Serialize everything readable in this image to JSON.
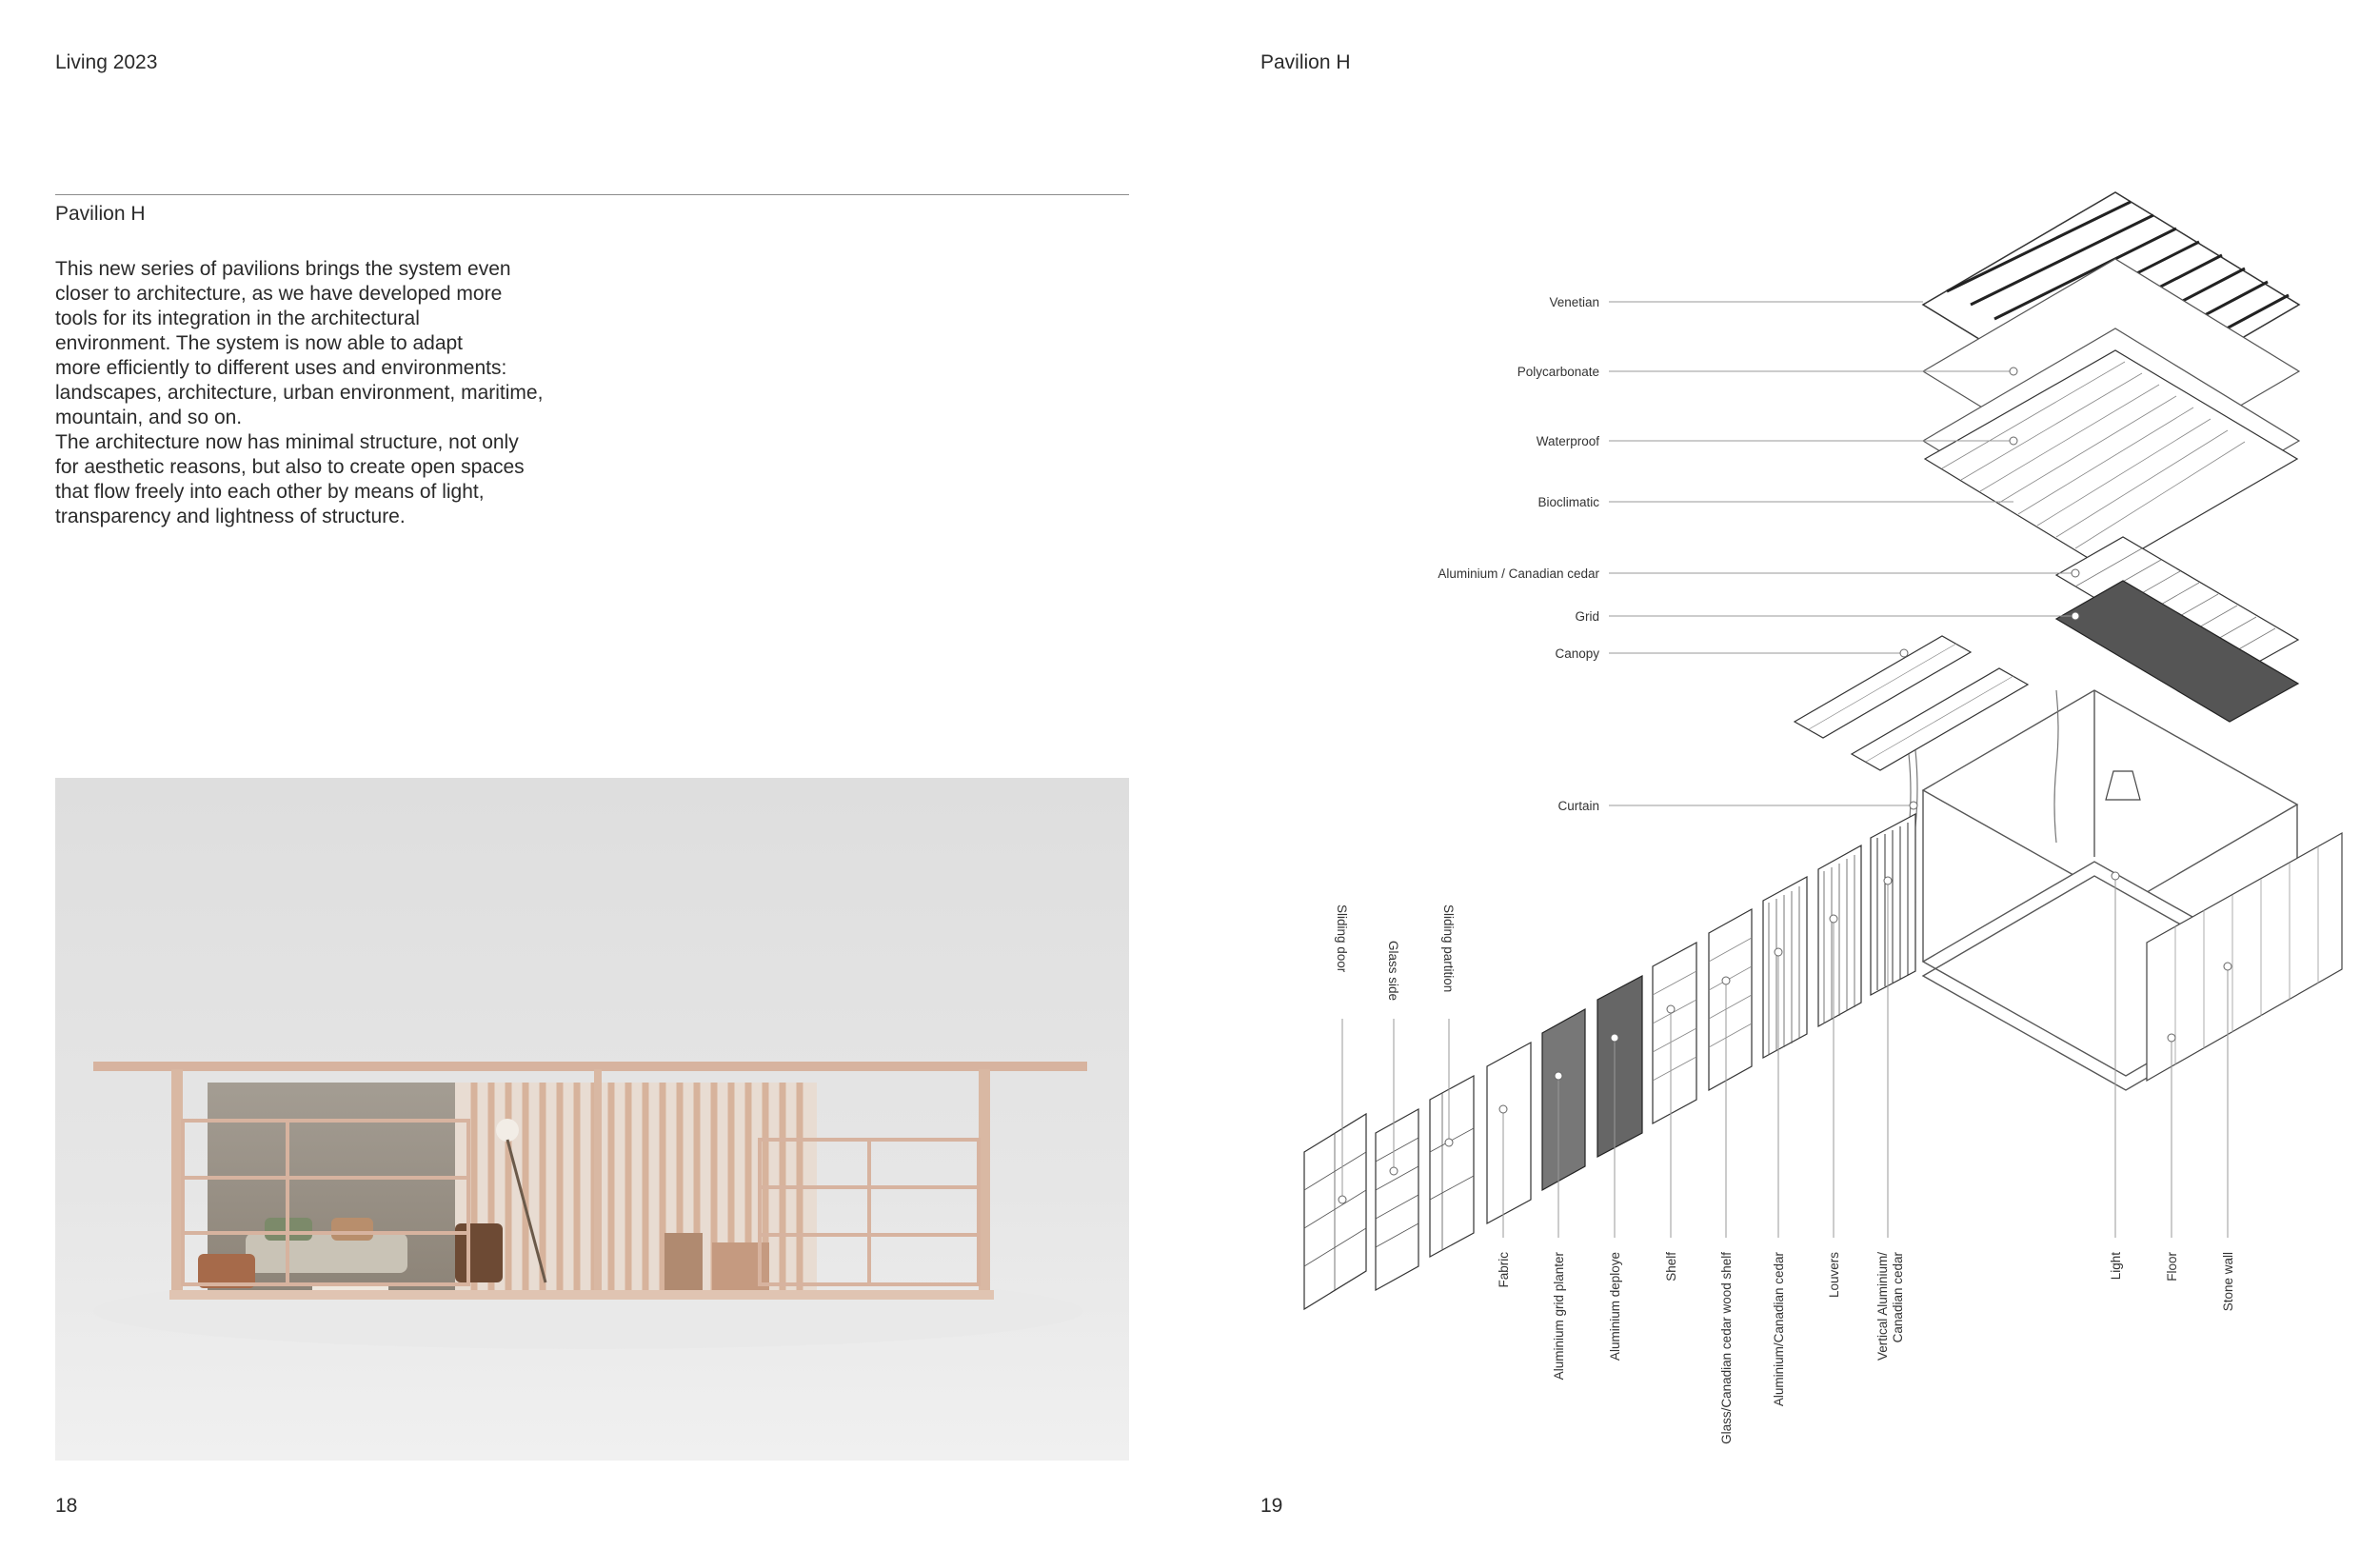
{
  "left_page": {
    "header": "Living 2023",
    "section_title": "Pavilion H",
    "body_lines": [
      "This new series of pavilions brings the system even",
      "closer to architecture, as we have developed more",
      "tools for its integration in the architectural",
      "environment. The system is now able to adapt",
      "more efficiently to different uses and environments:",
      "landscapes, architecture, urban environment, maritime,",
      "mountain, and so on.",
      "The architecture now has minimal structure, not only",
      "for aesthetic reasons, but also to create open spaces",
      "that flow freely into each other by means of light,",
      "transparency and lightness of structure."
    ],
    "page_number": "18"
  },
  "right_page": {
    "header": "Pavilion H",
    "page_number": "19"
  },
  "diagram": {
    "left_labels": [
      "Venetian",
      "Polycarbonate",
      "Waterproof",
      "Bioclimatic",
      "Aluminium / Canadian cedar",
      "Grid",
      "Canopy",
      "Curtain"
    ],
    "top_vertical_labels": [
      "Sliding door",
      "Glass side",
      "Sliding partition"
    ],
    "bottom_vertical_labels": [
      [
        "Fabric"
      ],
      [
        "Aluminium grid planter"
      ],
      [
        "Aluminium deploye"
      ],
      [
        "Shelf"
      ],
      [
        "Glass/Canadian cedar wood shelf"
      ],
      [
        "Aluminium/Canadian cedar"
      ],
      [
        "Louvers"
      ],
      [
        "Vertical Aluminium/",
        "Canadian cedar"
      ],
      [
        "Light"
      ],
      [
        "Floor"
      ],
      [
        "Stone wall"
      ]
    ]
  },
  "colors": {
    "text": "#2a2a2a",
    "rule": "#8c8c8c",
    "photo_background": "#e3e3e3",
    "pavilion_frame": "#d9b8a3",
    "diagram_line": "#444444"
  }
}
